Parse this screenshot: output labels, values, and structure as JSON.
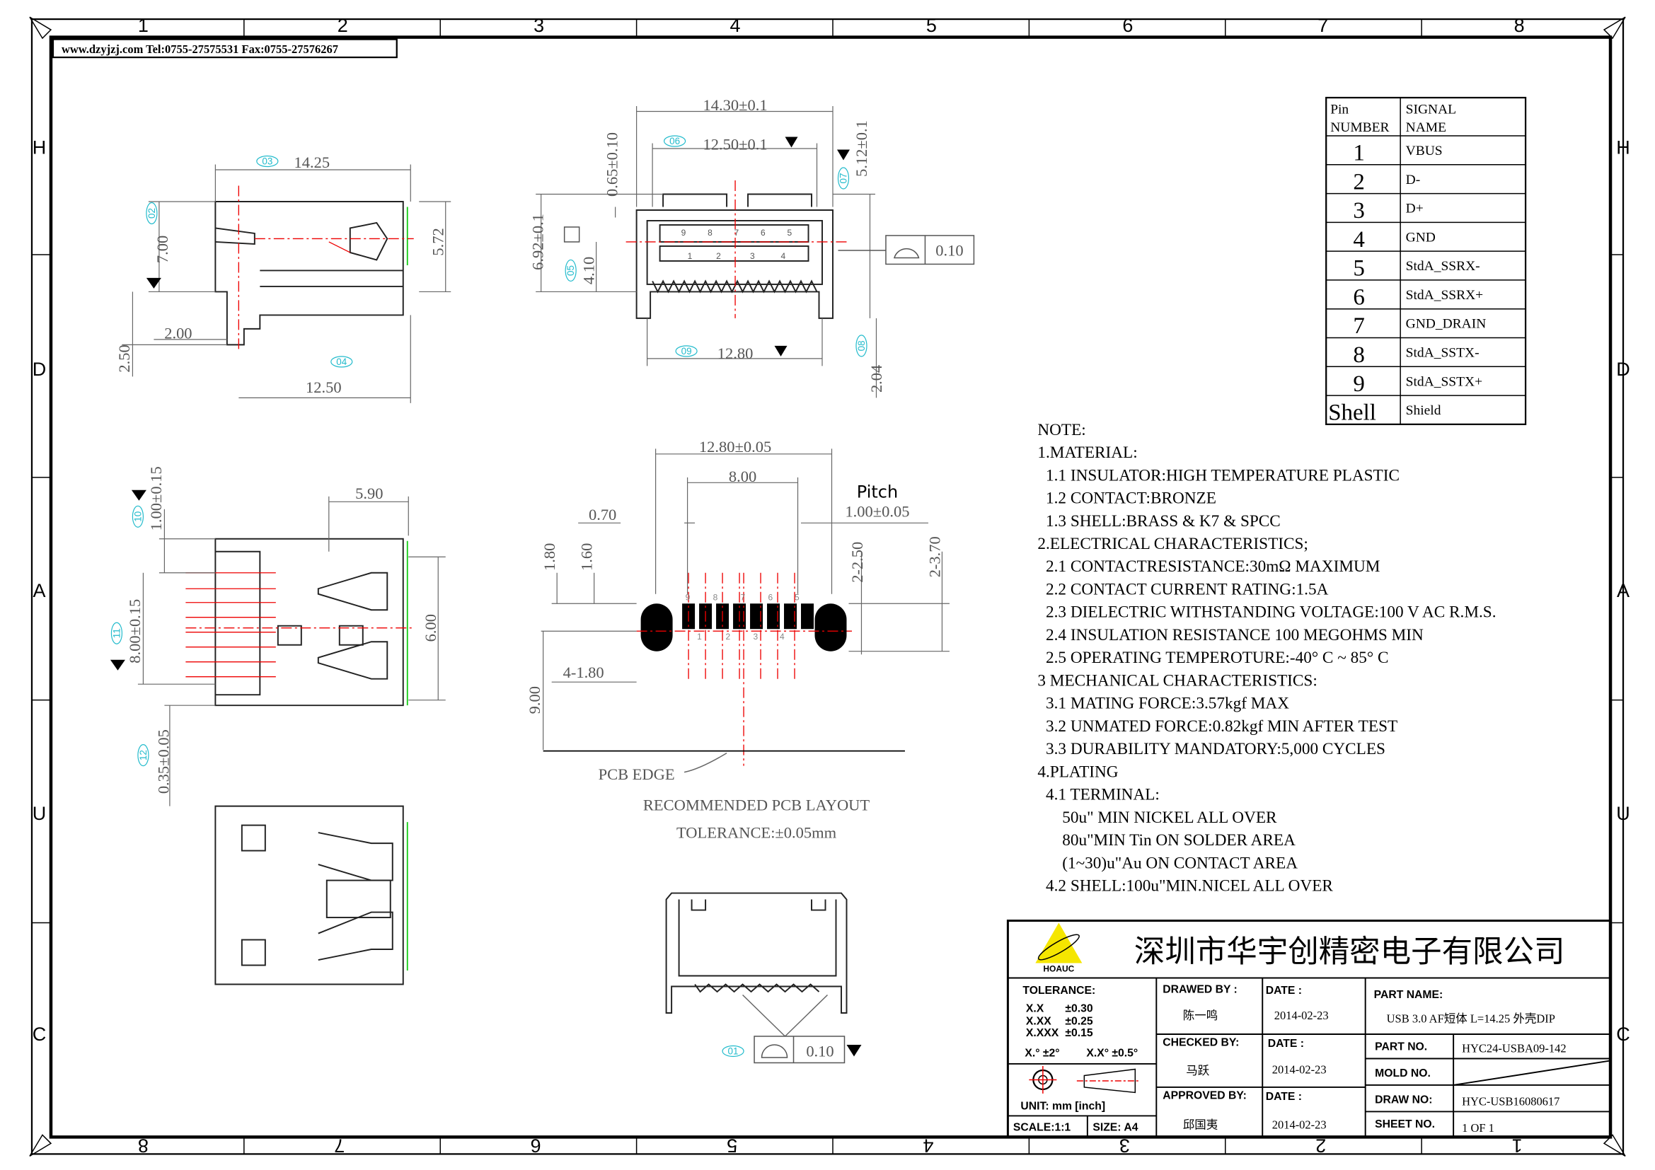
{
  "header": {
    "contact": "www.dzyjzj.com  Tel:0755-27575531  Fax:0755-27576267"
  },
  "grid": {
    "columns": [
      "1",
      "2",
      "3",
      "4",
      "5",
      "6",
      "7",
      "8"
    ],
    "rows": [
      "H",
      "D",
      "A",
      "U",
      "C"
    ]
  },
  "side_view": {
    "dims": [
      "14.25",
      "7.00",
      "5.72",
      "2.00",
      "2.50",
      "12.50"
    ],
    "bubbles": [
      "03",
      "02",
      "04"
    ]
  },
  "front_view": {
    "dims": [
      "14.30±0.1",
      "12.50±0.1",
      "0.65±0.10",
      "5.12±0.1",
      "6.92±0.1",
      "4.10",
      "12.80",
      "2.04"
    ],
    "bubbles": [
      "06",
      "07",
      "05",
      "09",
      "08"
    ],
    "flatness": "0.10",
    "pin_numbers_top": [
      "9",
      "8",
      "7",
      "6",
      "5"
    ],
    "pin_numbers_bottom": [
      "1",
      "2",
      "3",
      "4"
    ]
  },
  "top_view": {
    "dims": [
      "5.90",
      "1.00±0.15",
      "8.00±0.15",
      "6.00",
      "0.35±0.05"
    ],
    "bubbles": [
      "10",
      "11",
      "12"
    ]
  },
  "pcb_layout": {
    "dims": [
      "12.80±0.05",
      "8.00",
      "0.70",
      "1.00±0.05",
      "1.80",
      "1.60",
      "2-2.50",
      "2-3.70",
      "4-1.80",
      "9.00"
    ],
    "pitch_label": "Pitch",
    "pcb_edge": "PCB EDGE",
    "title": "RECOMMENDED PCB LAYOUT",
    "tolerance": "TOLERANCE:±0.05mm",
    "pad_labels_top": [
      "9",
      "8",
      "7",
      "6",
      "5"
    ],
    "pad_labels_bottom": [
      "1",
      "2",
      "3",
      "4"
    ]
  },
  "back_view": {
    "flatness": "0.10",
    "bubble": "01"
  },
  "pin_table": {
    "headers": [
      "Pin NUMBER",
      "SIGNAL NAME"
    ],
    "header_lines": [
      [
        "Pin",
        "NUMBER"
      ],
      [
        "SIGNAL",
        "NAME"
      ]
    ],
    "rows": [
      [
        "1",
        "VBUS"
      ],
      [
        "2",
        "D-"
      ],
      [
        "3",
        "D+"
      ],
      [
        "4",
        "GND"
      ],
      [
        "5",
        "StdA_SSRX-"
      ],
      [
        "6",
        "StdA_SSRX+"
      ],
      [
        "7",
        "GND_DRAIN"
      ],
      [
        "8",
        "StdA_SSTX-"
      ],
      [
        "9",
        "StdA_SSTX+"
      ],
      [
        "Shell",
        "Shield"
      ]
    ]
  },
  "notes": [
    "NOTE:",
    "1.MATERIAL:",
    "  1.1 INSULATOR:HIGH TEMPERATURE PLASTIC",
    "  1.2 CONTACT:BRONZE",
    "  1.3 SHELL:BRASS & K7 & SPCC",
    "2.ELECTRICAL CHARACTERISTICS;",
    "  2.1 CONTACTRESISTANCE:30mΩ MAXIMUM",
    "  2.2 CONTACT CURRENT RATING:1.5A",
    "  2.3 DIELECTRIC WITHSTANDING VOLTAGE:100 V AC R.M.S.",
    "  2.4 INSULATION RESISTANCE 100 MEGOHMS MIN",
    "  2.5 OPERATING TEMPEROTURE:-40° C ~ 85° C",
    "3 MECHANICAL CHARACTERISTICS:",
    "  3.1 MATING FORCE:3.57kgf MAX",
    "  3.2 UNMATED FORCE:0.82kgf MIN AFTER TEST",
    "  3.3 DURABILITY MANDATORY:5,000 CYCLES",
    "4.PLATING",
    "  4.1 TERMINAL:",
    "      50u\" MIN NICKEL ALL OVER",
    "      80u\"MIN Tin ON SOLDER AREA",
    "      (1~30)u\"Au ON CONTACT AREA",
    "  4.2 SHELL:100u\"MIN.NICEL ALL OVER"
  ],
  "title_block": {
    "company": "深圳市华宇创精密电子有限公司",
    "logo_text": "HOAUC",
    "logo_color": "#f5e600",
    "tolerance_label": "TOLERANCE:",
    "tolerances": [
      [
        "X.X",
        "±0.30"
      ],
      [
        "X.XX",
        "±0.25"
      ],
      [
        "X.XXX",
        "±0.15"
      ]
    ],
    "angle_tol": [
      "X.°  ±2°",
      "X.X° ±0.5°"
    ],
    "unit": "UNIT:  mm  [inch]",
    "scale": "SCALE:1:1",
    "size": "SIZE:  A4",
    "drawed_by_label": "DRAWED BY :",
    "drawed_by": "陈一鸣",
    "checked_by_label": "CHECKED BY:",
    "checked_by": "马跃",
    "approved_by_label": "APPROVED BY:",
    "approved_by": "邱国夷",
    "date_label": "DATE :",
    "dates": [
      "2014-02-23",
      "2014-02-23",
      "2014-02-23"
    ],
    "part_name_label": "PART NAME:",
    "part_name": "USB 3.0 AF短体 L=14.25 外壳DIP",
    "part_no_label": "PART NO.",
    "part_no": "HYC24-USBA09-142",
    "mold_no_label": "MOLD NO.",
    "draw_no_label": "DRAW NO:",
    "draw_no": "HYC-USB16080617",
    "sheet_no_label": "SHEET NO.",
    "sheet_no": "1 OF 1"
  }
}
